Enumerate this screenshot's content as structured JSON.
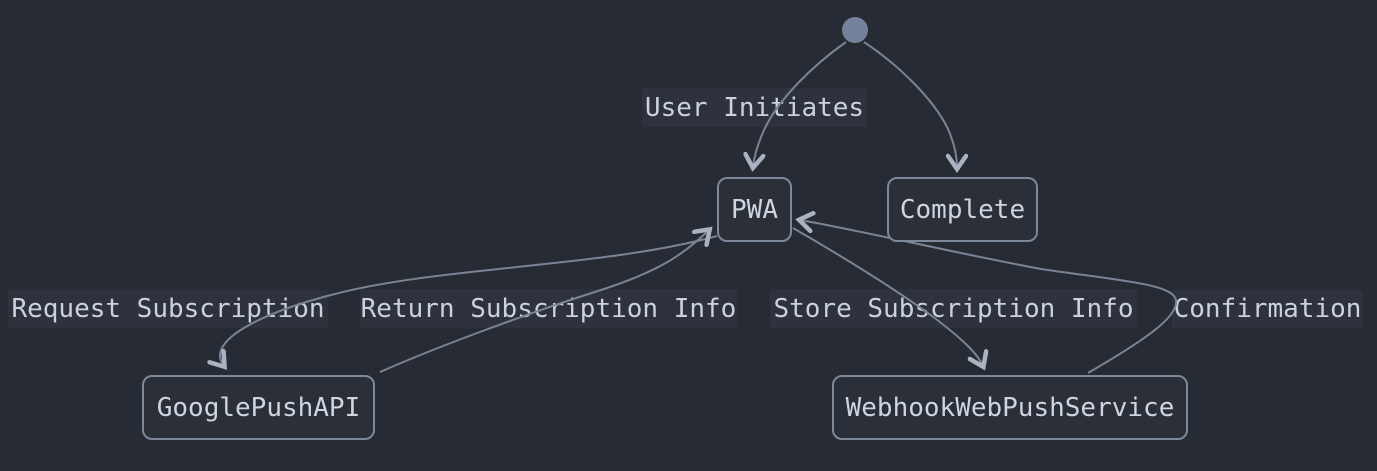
{
  "diagram": {
    "type": "state-diagram",
    "theme": "dark",
    "initial_state": {
      "shape": "filled-circle"
    },
    "nodes": [
      {
        "id": "PWA",
        "label": "PWA"
      },
      {
        "id": "Complete",
        "label": "Complete"
      },
      {
        "id": "GooglePushAPI",
        "label": "GooglePushAPI"
      },
      {
        "id": "WebhookWebPushService",
        "label": "WebhookWebPushService"
      }
    ],
    "edges": [
      {
        "from": "[*]",
        "to": "PWA",
        "label": "User Initiates"
      },
      {
        "from": "[*]",
        "to": "Complete",
        "label": ""
      },
      {
        "from": "PWA",
        "to": "GooglePushAPI",
        "label": "Request Subscription"
      },
      {
        "from": "GooglePushAPI",
        "to": "PWA",
        "label": "Return Subscription Info"
      },
      {
        "from": "PWA",
        "to": "WebhookWebPushService",
        "label": "Store Subscription Info"
      },
      {
        "from": "WebhookWebPushService",
        "to": "PWA",
        "label": "Confirmation"
      }
    ],
    "colors": {
      "background": "#272b33",
      "node_fill": "#2a2f38",
      "node_border": "#7d8899",
      "node_text": "#ced5e0",
      "edge_label_bg": "#2d323c",
      "edge_label_text": "#cbd2dd",
      "edge_line": "#7b8494",
      "arrowhead": "#aab3c1",
      "initial_dot": "#76819b"
    }
  }
}
